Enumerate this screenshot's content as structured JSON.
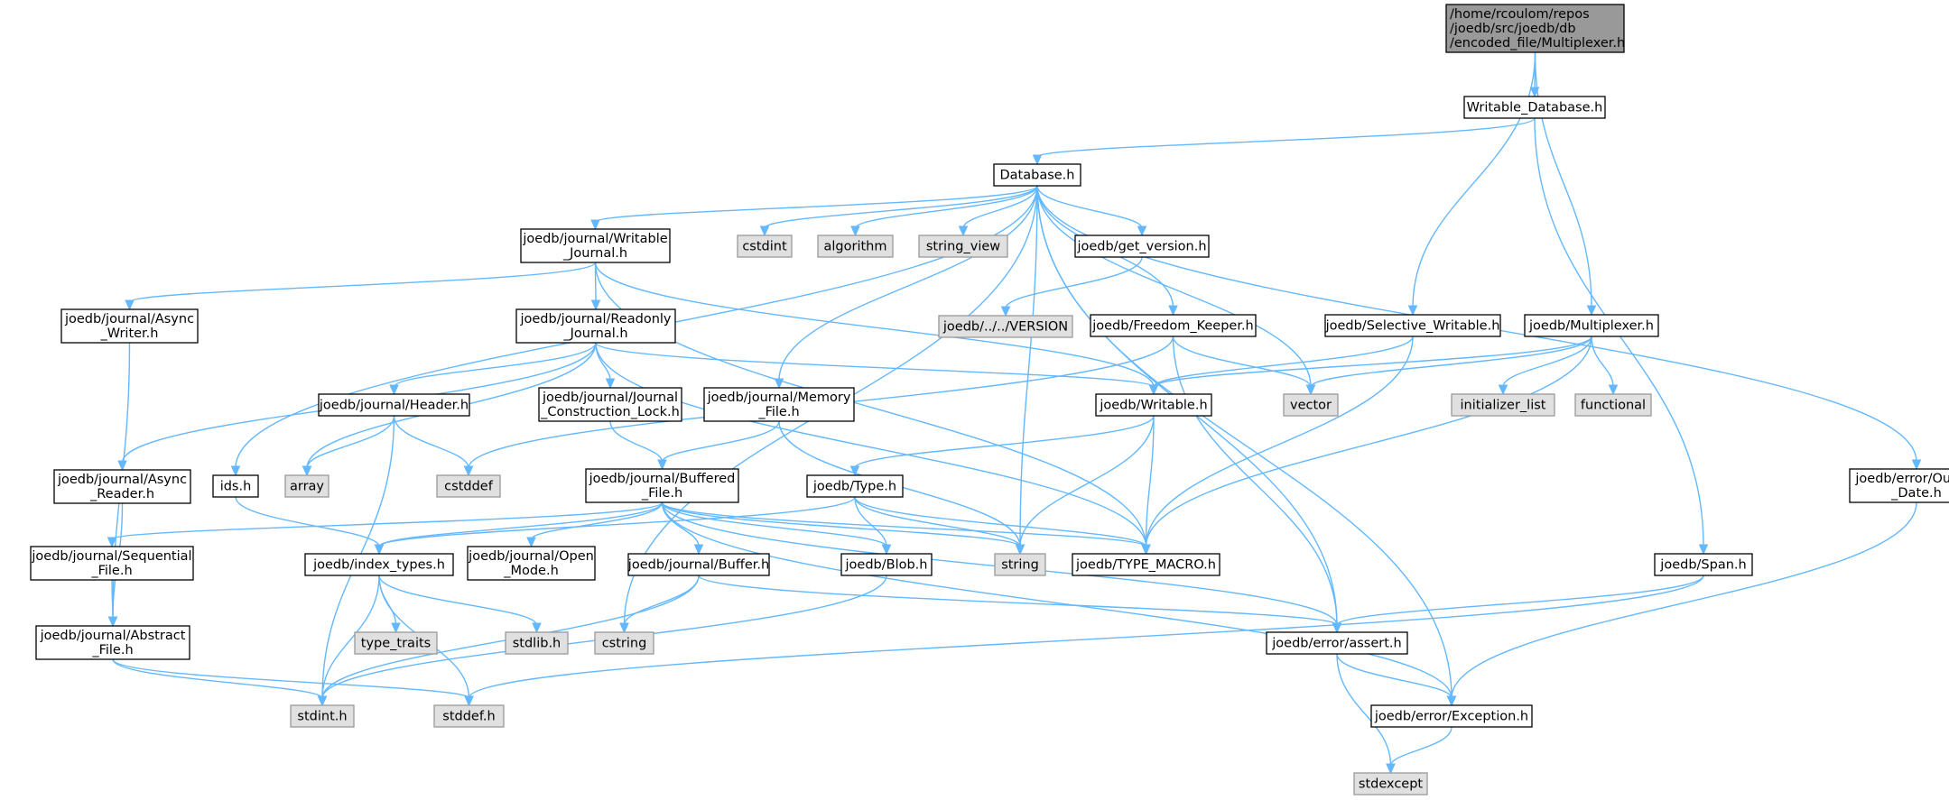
{
  "colors": {
    "edge": "#63b8ff",
    "root_fill": "#999999",
    "project_fill": "#ffffff",
    "project_stroke": "#000000",
    "external_fill": "#e0e0e0",
    "external_stroke": "#999999"
  },
  "nodes": [
    {
      "id": "multiplexer_root",
      "lines": [
        "/home/rcoulom/repos",
        "/joedb/src/joedb/db",
        "/encoded_file/Multiplexer.h"
      ],
      "kind": "root"
    },
    {
      "id": "writable_database",
      "lines": [
        "Writable_Database.h"
      ],
      "kind": "project"
    },
    {
      "id": "database",
      "lines": [
        "Database.h"
      ],
      "kind": "project"
    },
    {
      "id": "writable_journal",
      "lines": [
        "joedb/journal/Writable",
        "_Journal.h"
      ],
      "kind": "project"
    },
    {
      "id": "cstdint",
      "lines": [
        "cstdint"
      ],
      "kind": "external"
    },
    {
      "id": "algorithm",
      "lines": [
        "algorithm"
      ],
      "kind": "external"
    },
    {
      "id": "string_view",
      "lines": [
        "string_view"
      ],
      "kind": "external"
    },
    {
      "id": "get_version",
      "lines": [
        "joedb/get_version.h"
      ],
      "kind": "project"
    },
    {
      "id": "version",
      "lines": [
        "joedb/../../VERSION"
      ],
      "kind": "external"
    },
    {
      "id": "async_writer",
      "lines": [
        "joedb/journal/Async",
        "_Writer.h"
      ],
      "kind": "project"
    },
    {
      "id": "readonly_journal",
      "lines": [
        "joedb/journal/Readonly",
        "_Journal.h"
      ],
      "kind": "project"
    },
    {
      "id": "freedom_keeper",
      "lines": [
        "joedb/Freedom_Keeper.h"
      ],
      "kind": "project"
    },
    {
      "id": "selective_writable",
      "lines": [
        "joedb/Selective_Writable.h"
      ],
      "kind": "project"
    },
    {
      "id": "multiplexer",
      "lines": [
        "joedb/Multiplexer.h"
      ],
      "kind": "project"
    },
    {
      "id": "header",
      "lines": [
        "joedb/journal/Header.h"
      ],
      "kind": "project"
    },
    {
      "id": "construction_lock",
      "lines": [
        "joedb/journal/Journal",
        "_Construction_Lock.h"
      ],
      "kind": "project"
    },
    {
      "id": "memory_file",
      "lines": [
        "joedb/journal/Memory",
        "_File.h"
      ],
      "kind": "project"
    },
    {
      "id": "writable",
      "lines": [
        "joedb/Writable.h"
      ],
      "kind": "project"
    },
    {
      "id": "vector",
      "lines": [
        "vector"
      ],
      "kind": "external"
    },
    {
      "id": "initializer_list",
      "lines": [
        "initializer_list"
      ],
      "kind": "external"
    },
    {
      "id": "functional",
      "lines": [
        "functional"
      ],
      "kind": "external"
    },
    {
      "id": "async_reader",
      "lines": [
        "joedb/journal/Async",
        "_Reader.h"
      ],
      "kind": "project"
    },
    {
      "id": "ids",
      "lines": [
        "ids.h"
      ],
      "kind": "project"
    },
    {
      "id": "array",
      "lines": [
        "array"
      ],
      "kind": "external"
    },
    {
      "id": "cstddef",
      "lines": [
        "cstddef"
      ],
      "kind": "external"
    },
    {
      "id": "buffered_file",
      "lines": [
        "joedb/journal/Buffered",
        "_File.h"
      ],
      "kind": "project"
    },
    {
      "id": "type",
      "lines": [
        "joedb/Type.h"
      ],
      "kind": "project"
    },
    {
      "id": "out_of_date",
      "lines": [
        "joedb/error/Out_Of",
        "_Date.h"
      ],
      "kind": "project"
    },
    {
      "id": "sequential_file",
      "lines": [
        "joedb/journal/Sequential",
        "_File.h"
      ],
      "kind": "project"
    },
    {
      "id": "index_types",
      "lines": [
        "joedb/index_types.h"
      ],
      "kind": "project"
    },
    {
      "id": "open_mode",
      "lines": [
        "joedb/journal/Open",
        "_Mode.h"
      ],
      "kind": "project"
    },
    {
      "id": "buffer",
      "lines": [
        "joedb/journal/Buffer.h"
      ],
      "kind": "project"
    },
    {
      "id": "blob",
      "lines": [
        "joedb/Blob.h"
      ],
      "kind": "project"
    },
    {
      "id": "string",
      "lines": [
        "string"
      ],
      "kind": "external"
    },
    {
      "id": "type_macro",
      "lines": [
        "joedb/TYPE_MACRO.h"
      ],
      "kind": "project"
    },
    {
      "id": "span",
      "lines": [
        "joedb/Span.h"
      ],
      "kind": "project"
    },
    {
      "id": "abstract_file",
      "lines": [
        "joedb/journal/Abstract",
        "_File.h"
      ],
      "kind": "project"
    },
    {
      "id": "type_traits",
      "lines": [
        "type_traits"
      ],
      "kind": "external"
    },
    {
      "id": "stdlib_h",
      "lines": [
        "stdlib.h"
      ],
      "kind": "external"
    },
    {
      "id": "cstring",
      "lines": [
        "cstring"
      ],
      "kind": "external"
    },
    {
      "id": "assert",
      "lines": [
        "joedb/error/assert.h"
      ],
      "kind": "project"
    },
    {
      "id": "stdint_h",
      "lines": [
        "stdint.h"
      ],
      "kind": "external"
    },
    {
      "id": "stddef_h",
      "lines": [
        "stddef.h"
      ],
      "kind": "external"
    },
    {
      "id": "exception",
      "lines": [
        "joedb/error/Exception.h"
      ],
      "kind": "project"
    },
    {
      "id": "stdexcept",
      "lines": [
        "stdexcept"
      ],
      "kind": "external"
    }
  ],
  "edges": [
    [
      "multiplexer_root",
      "writable_database"
    ],
    [
      "multiplexer_root",
      "selective_writable"
    ],
    [
      "multiplexer_root",
      "multiplexer"
    ],
    [
      "writable_database",
      "database"
    ],
    [
      "writable_database",
      "span"
    ],
    [
      "database",
      "writable_journal"
    ],
    [
      "database",
      "cstdint"
    ],
    [
      "database",
      "algorithm"
    ],
    [
      "database",
      "string_view"
    ],
    [
      "database",
      "get_version"
    ],
    [
      "database",
      "freedom_keeper"
    ],
    [
      "database",
      "memory_file"
    ],
    [
      "database",
      "ids"
    ],
    [
      "database",
      "vector"
    ],
    [
      "database",
      "string"
    ],
    [
      "database",
      "cstring"
    ],
    [
      "database",
      "assert"
    ],
    [
      "database",
      "exception"
    ],
    [
      "database",
      "out_of_date"
    ],
    [
      "writable_journal",
      "async_writer"
    ],
    [
      "writable_journal",
      "readonly_journal"
    ],
    [
      "writable_journal",
      "writable"
    ],
    [
      "writable_journal",
      "type_macro"
    ],
    [
      "get_version",
      "version"
    ],
    [
      "async_writer",
      "abstract_file"
    ],
    [
      "readonly_journal",
      "header"
    ],
    [
      "readonly_journal",
      "construction_lock"
    ],
    [
      "readonly_journal",
      "async_reader"
    ],
    [
      "readonly_journal",
      "array"
    ],
    [
      "readonly_journal",
      "writable"
    ],
    [
      "readonly_journal",
      "type_macro"
    ],
    [
      "freedom_keeper",
      "vector"
    ],
    [
      "freedom_keeper",
      "cstddef"
    ],
    [
      "freedom_keeper",
      "assert"
    ],
    [
      "selective_writable",
      "writable"
    ],
    [
      "selective_writable",
      "type_macro"
    ],
    [
      "multiplexer",
      "writable"
    ],
    [
      "multiplexer",
      "vector"
    ],
    [
      "multiplexer",
      "initializer_list"
    ],
    [
      "multiplexer",
      "functional"
    ],
    [
      "multiplexer",
      "type_macro"
    ],
    [
      "header",
      "array"
    ],
    [
      "header",
      "cstddef"
    ],
    [
      "header",
      "stdint_h"
    ],
    [
      "construction_lock",
      "buffered_file"
    ],
    [
      "memory_file",
      "buffered_file"
    ],
    [
      "memory_file",
      "string"
    ],
    [
      "writable",
      "type"
    ],
    [
      "writable",
      "string"
    ],
    [
      "writable",
      "type_macro"
    ],
    [
      "async_reader",
      "abstract_file"
    ],
    [
      "ids",
      "index_types"
    ],
    [
      "buffered_file",
      "sequential_file"
    ],
    [
      "buffered_file",
      "index_types"
    ],
    [
      "buffered_file",
      "open_mode"
    ],
    [
      "buffered_file",
      "buffer"
    ],
    [
      "buffered_file",
      "blob"
    ],
    [
      "buffered_file",
      "string"
    ],
    [
      "buffered_file",
      "type_macro"
    ],
    [
      "buffered_file",
      "assert"
    ],
    [
      "buffered_file",
      "exception"
    ],
    [
      "type",
      "index_types"
    ],
    [
      "type",
      "blob"
    ],
    [
      "type",
      "string"
    ],
    [
      "type",
      "type_macro"
    ],
    [
      "out_of_date",
      "exception"
    ],
    [
      "sequential_file",
      "abstract_file"
    ],
    [
      "index_types",
      "type_traits"
    ],
    [
      "index_types",
      "stdlib_h"
    ],
    [
      "index_types",
      "stdint_h"
    ],
    [
      "index_types",
      "stddef_h"
    ],
    [
      "buffer",
      "cstring"
    ],
    [
      "buffer",
      "stdint_h"
    ],
    [
      "buffer",
      "assert"
    ],
    [
      "blob",
      "stdint_h"
    ],
    [
      "span",
      "assert"
    ],
    [
      "span",
      "stddef_h"
    ],
    [
      "abstract_file",
      "stdint_h"
    ],
    [
      "abstract_file",
      "stddef_h"
    ],
    [
      "assert",
      "exception"
    ],
    [
      "assert",
      "stdexcept"
    ],
    [
      "exception",
      "stdexcept"
    ]
  ]
}
